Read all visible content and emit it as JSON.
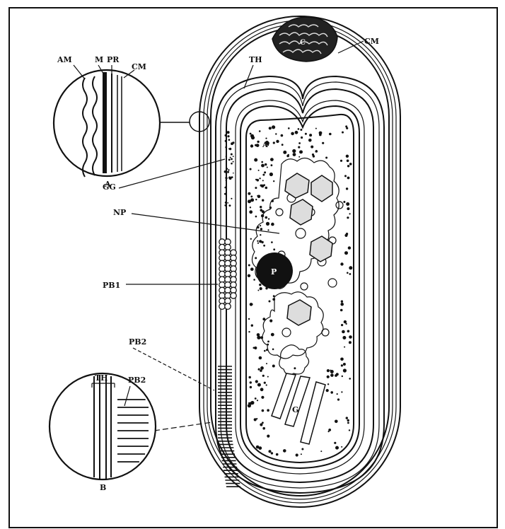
{
  "inset_a": {
    "title": "A",
    "labels": {
      "am": "AM",
      "m": "M",
      "pr": "PR",
      "cm": "CM"
    }
  },
  "inset_b": {
    "title": "B",
    "labels": {
      "th": "TH",
      "pb2": "PB2"
    }
  },
  "cell": {
    "labels": {
      "th": "TH",
      "cm": "CM",
      "c": "C",
      "a": "A",
      "gg": "GG",
      "np": "NP",
      "pb1": "PB1",
      "pb2": "PB2",
      "p": "P",
      "g": "G"
    }
  }
}
